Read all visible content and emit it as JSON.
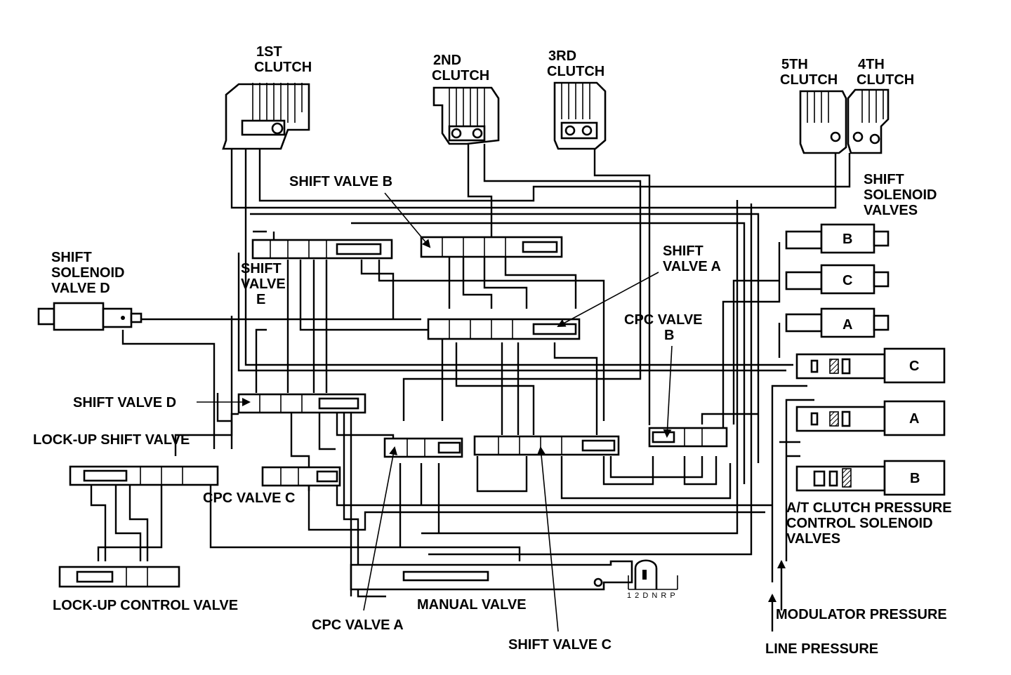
{
  "clutches": {
    "first": [
      "1ST",
      "CLUTCH"
    ],
    "second": [
      "2ND",
      "CLUTCH"
    ],
    "third": [
      "3RD",
      "CLUTCH"
    ],
    "fifth": [
      "5TH",
      "CLUTCH"
    ],
    "fourth": [
      "4TH",
      "CLUTCH"
    ]
  },
  "labels": {
    "shift_valve_b": "SHIFT VALVE B",
    "shift_valve_a": [
      "SHIFT",
      "VALVE A"
    ],
    "shift_valve_e": [
      "SHIFT",
      "VALVE",
      "E"
    ],
    "shift_valve_d": "SHIFT VALVE D",
    "shift_valve_c": "SHIFT VALVE C",
    "shift_solenoid_d": [
      "SHIFT",
      "SOLENOID",
      "VALVE D"
    ],
    "shift_solenoids": [
      "SHIFT",
      "SOLENOID",
      "VALVES"
    ],
    "cpc_valve_a": "CPC VALVE A",
    "cpc_valve_b": [
      "CPC VALVE",
      "B"
    ],
    "cpc_valve_c": "CPC VALVE C",
    "lockup_shift_valve": "LOCK-UP SHIFT VALVE",
    "lockup_control_valve": "LOCK-UP CONTROL VALVE",
    "manual_valve": "MANUAL VALVE",
    "at_clutch_solenoids": [
      "A/T CLUTCH PRESSURE",
      "CONTROL SOLENOID",
      "VALVES"
    ],
    "modulator_pressure": "MODULATOR PRESSURE",
    "line_pressure": "LINE PRESSURE",
    "gear_positions": "1 2 D N R   P"
  },
  "shift_solenoid_letters": [
    "B",
    "C",
    "A"
  ],
  "pressure_solenoid_letters": [
    "C",
    "A",
    "B"
  ]
}
